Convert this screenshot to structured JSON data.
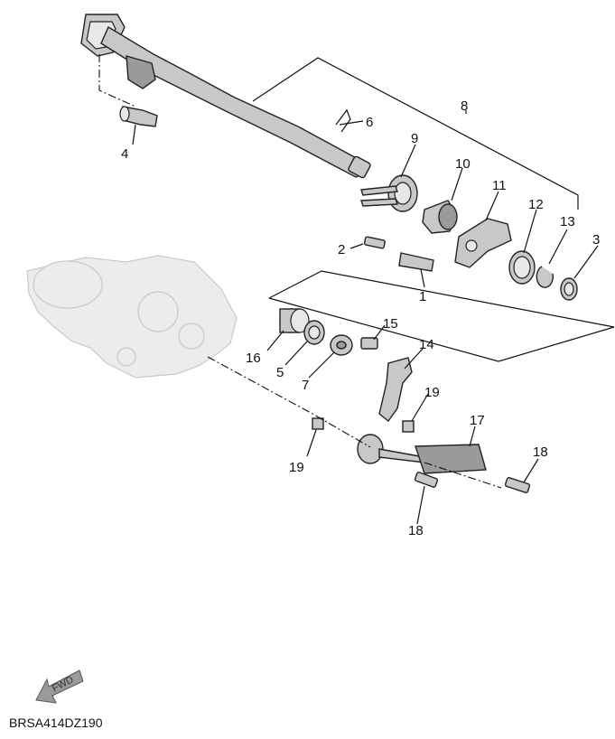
{
  "diagram_code": "BRSA414DZ190",
  "fwd_label": "FWD",
  "callouts": {
    "c1": "1",
    "c2": "2",
    "c3": "3",
    "c4": "4",
    "c5": "5",
    "c6": "6",
    "c7": "7",
    "c8": "8",
    "c9": "9",
    "c10": "10",
    "c11": "11",
    "c12": "12",
    "c13": "13",
    "c14": "14",
    "c15": "15",
    "c16": "16",
    "c17": "17",
    "c18a": "18",
    "c18b": "18",
    "c19a": "19",
    "c19b": "19"
  }
}
